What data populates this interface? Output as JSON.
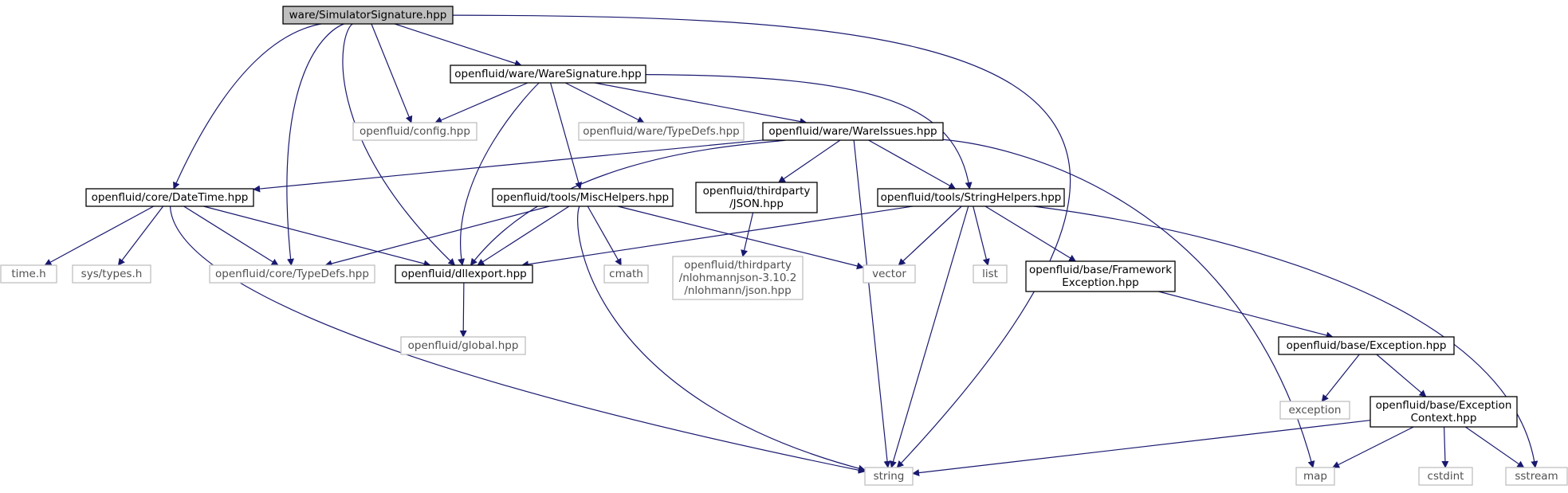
{
  "diagram": {
    "style": {
      "edge_color": "#191970",
      "current_fill": "#bfbfbf",
      "primary_border": "#000000",
      "external_border": "#bfbfbf"
    },
    "nodes": [
      {
        "id": "sim_sig",
        "kind": "current",
        "lines": [
          "ware/SimulatorSignature.hpp"
        ]
      },
      {
        "id": "ware_sig",
        "kind": "primary",
        "lines": [
          "openfluid/ware/WareSignature.hpp"
        ]
      },
      {
        "id": "config",
        "kind": "external",
        "lines": [
          "openfluid/config.hpp"
        ]
      },
      {
        "id": "ware_typedefs",
        "kind": "external",
        "lines": [
          "openfluid/ware/TypeDefs.hpp"
        ]
      },
      {
        "id": "ware_issues",
        "kind": "primary",
        "lines": [
          "openfluid/ware/WareIssues.hpp"
        ]
      },
      {
        "id": "datetime",
        "kind": "primary",
        "lines": [
          "openfluid/core/DateTime.hpp"
        ]
      },
      {
        "id": "mischelpers",
        "kind": "primary",
        "lines": [
          "openfluid/tools/MiscHelpers.hpp"
        ]
      },
      {
        "id": "json",
        "kind": "primary",
        "lines": [
          "openfluid/thirdparty",
          "/JSON.hpp"
        ]
      },
      {
        "id": "stringhelpers",
        "kind": "primary",
        "lines": [
          "openfluid/tools/StringHelpers.hpp"
        ]
      },
      {
        "id": "time_h",
        "kind": "external",
        "lines": [
          "time.h"
        ]
      },
      {
        "id": "sys_types",
        "kind": "external",
        "lines": [
          "sys/types.h"
        ]
      },
      {
        "id": "core_typedefs",
        "kind": "external",
        "lines": [
          "openfluid/core/TypeDefs.hpp"
        ]
      },
      {
        "id": "dllexport",
        "kind": "primary",
        "lines": [
          "openfluid/dllexport.hpp"
        ]
      },
      {
        "id": "cmath",
        "kind": "external",
        "lines": [
          "cmath"
        ]
      },
      {
        "id": "nlohmann",
        "kind": "external",
        "lines": [
          "openfluid/thirdparty",
          "/nlohmannjson-3.10.2",
          "/nlohmann/json.hpp"
        ]
      },
      {
        "id": "vector",
        "kind": "external",
        "lines": [
          "vector"
        ]
      },
      {
        "id": "list",
        "kind": "external",
        "lines": [
          "list"
        ]
      },
      {
        "id": "fw_exception",
        "kind": "primary",
        "lines": [
          "openfluid/base/Framework",
          "Exception.hpp"
        ]
      },
      {
        "id": "global",
        "kind": "external",
        "lines": [
          "openfluid/global.hpp"
        ]
      },
      {
        "id": "exception_hpp",
        "kind": "primary",
        "lines": [
          "openfluid/base/Exception.hpp"
        ]
      },
      {
        "id": "exception",
        "kind": "external",
        "lines": [
          "exception"
        ]
      },
      {
        "id": "exc_context",
        "kind": "primary",
        "lines": [
          "openfluid/base/Exception",
          "Context.hpp"
        ]
      },
      {
        "id": "string",
        "kind": "external",
        "lines": [
          "string"
        ]
      },
      {
        "id": "map",
        "kind": "external",
        "lines": [
          "map"
        ]
      },
      {
        "id": "cstdint",
        "kind": "external",
        "lines": [
          "cstdint"
        ]
      },
      {
        "id": "sstream",
        "kind": "external",
        "lines": [
          "sstream"
        ]
      }
    ],
    "edges": [
      {
        "from": "sim_sig",
        "to": "ware_sig"
      },
      {
        "from": "sim_sig",
        "to": "config"
      },
      {
        "from": "sim_sig",
        "to": "datetime"
      },
      {
        "from": "sim_sig",
        "to": "core_typedefs"
      },
      {
        "from": "sim_sig",
        "to": "dllexport"
      },
      {
        "from": "sim_sig",
        "to": "string"
      },
      {
        "from": "ware_sig",
        "to": "config"
      },
      {
        "from": "ware_sig",
        "to": "ware_typedefs"
      },
      {
        "from": "ware_sig",
        "to": "ware_issues"
      },
      {
        "from": "ware_sig",
        "to": "mischelpers"
      },
      {
        "from": "ware_sig",
        "to": "stringhelpers"
      },
      {
        "from": "ware_sig",
        "to": "dllexport"
      },
      {
        "from": "ware_issues",
        "to": "datetime"
      },
      {
        "from": "ware_issues",
        "to": "json"
      },
      {
        "from": "ware_issues",
        "to": "stringhelpers"
      },
      {
        "from": "ware_issues",
        "to": "dllexport"
      },
      {
        "from": "ware_issues",
        "to": "string"
      },
      {
        "from": "ware_issues",
        "to": "map"
      },
      {
        "from": "datetime",
        "to": "time_h"
      },
      {
        "from": "datetime",
        "to": "sys_types"
      },
      {
        "from": "datetime",
        "to": "core_typedefs"
      },
      {
        "from": "datetime",
        "to": "dllexport"
      },
      {
        "from": "datetime",
        "to": "string"
      },
      {
        "from": "mischelpers",
        "to": "core_typedefs"
      },
      {
        "from": "mischelpers",
        "to": "dllexport"
      },
      {
        "from": "mischelpers",
        "to": "cmath"
      },
      {
        "from": "mischelpers",
        "to": "vector"
      },
      {
        "from": "mischelpers",
        "to": "string"
      },
      {
        "from": "json",
        "to": "nlohmann"
      },
      {
        "from": "stringhelpers",
        "to": "dllexport"
      },
      {
        "from": "stringhelpers",
        "to": "vector"
      },
      {
        "from": "stringhelpers",
        "to": "list"
      },
      {
        "from": "stringhelpers",
        "to": "fw_exception"
      },
      {
        "from": "stringhelpers",
        "to": "string"
      },
      {
        "from": "stringhelpers",
        "to": "sstream"
      },
      {
        "from": "dllexport",
        "to": "global"
      },
      {
        "from": "fw_exception",
        "to": "exception_hpp"
      },
      {
        "from": "exception_hpp",
        "to": "exception"
      },
      {
        "from": "exception_hpp",
        "to": "exc_context"
      },
      {
        "from": "exc_context",
        "to": "string"
      },
      {
        "from": "exc_context",
        "to": "map"
      },
      {
        "from": "exc_context",
        "to": "cstdint"
      },
      {
        "from": "exc_context",
        "to": "sstream"
      }
    ]
  }
}
